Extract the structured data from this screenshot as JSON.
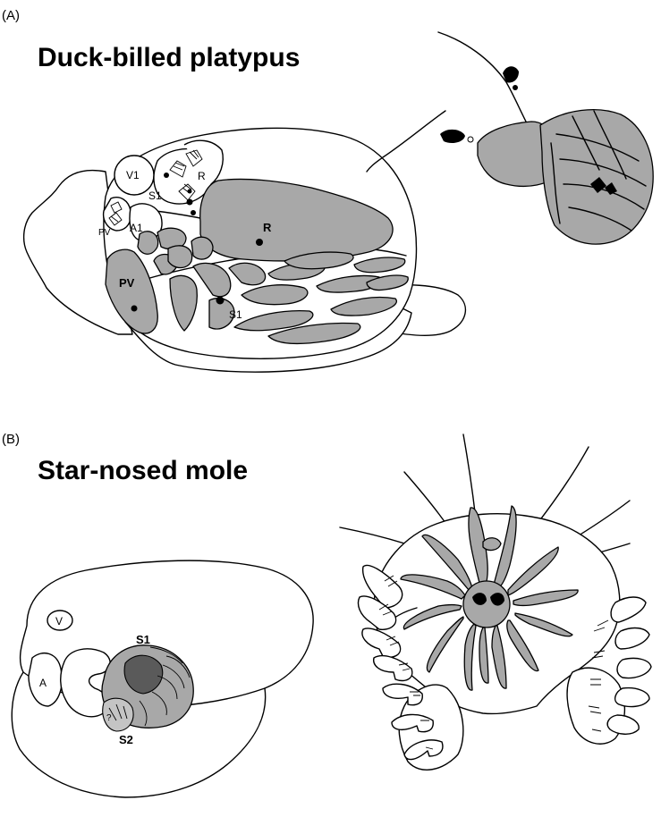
{
  "panel_a": {
    "label": "(A)",
    "title": "Duck-billed platypus",
    "labels": {
      "v1": "V1",
      "a1": "A1",
      "pv_small": "PV",
      "s1_small": "S1",
      "r_small": "R",
      "r_large": "R",
      "pv_large": "PV",
      "s1_large": "S1"
    }
  },
  "panel_b": {
    "label": "(B)",
    "title": "Star-nosed mole",
    "labels": {
      "v": "V",
      "a": "A",
      "s1": "S1",
      "s2": "S2",
      "question": "?"
    }
  },
  "colors": {
    "fill_gray": "#a8a8a8",
    "fill_dark": "#5a5a5a",
    "line": "#000000"
  }
}
